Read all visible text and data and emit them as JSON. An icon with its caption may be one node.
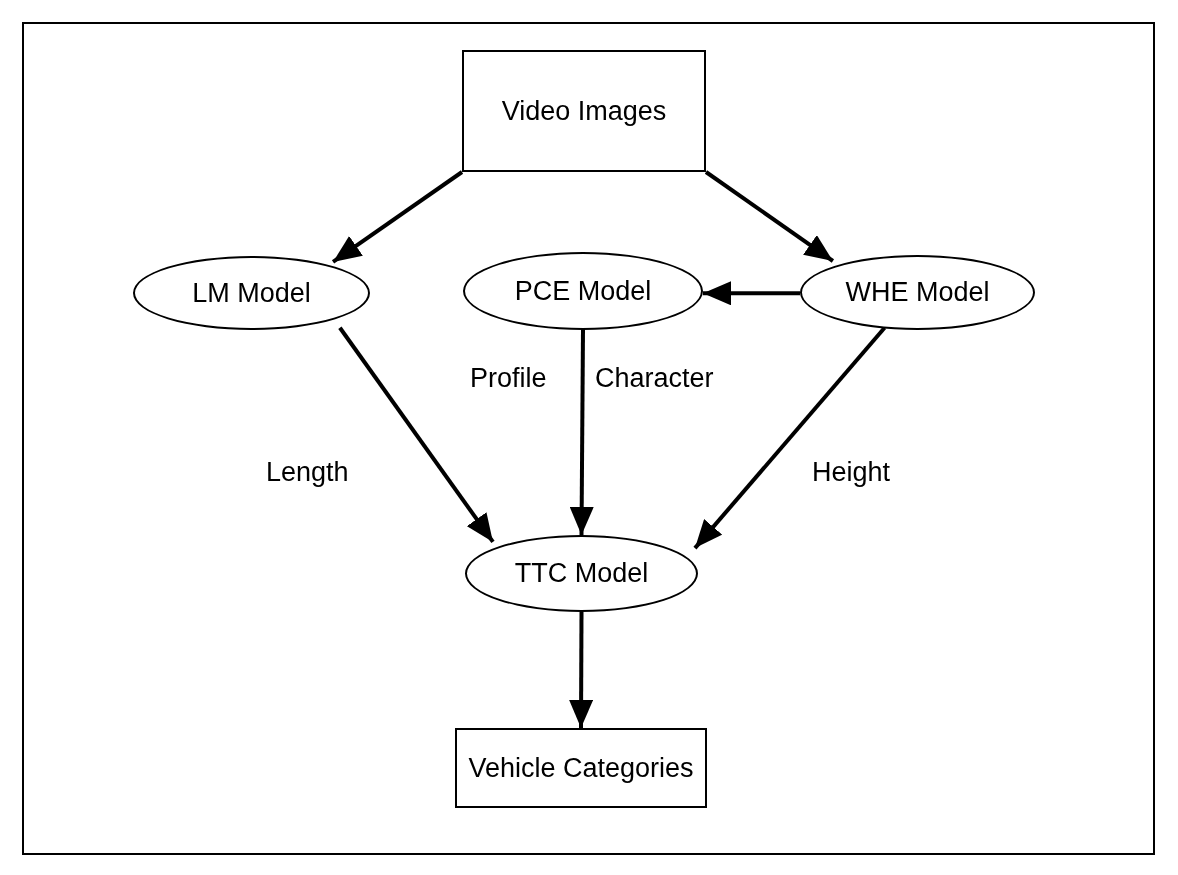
{
  "diagram": {
    "nodes": [
      {
        "text": [
          "Video Images"
        ]
      },
      {
        "text": [
          "LM Model"
        ]
      },
      {
        "text": [
          "PCE Model"
        ]
      },
      {
        "text": [
          "WHE Model"
        ]
      },
      {
        "text": [
          "TTC Model"
        ]
      },
      {
        "text": [
          "Vehicle Categories"
        ]
      }
    ],
    "edges": [
      {
        "from": 0,
        "to": 1,
        "arrow": "to"
      },
      {
        "from": 0,
        "to": 3,
        "arrow": "to"
      },
      {
        "from": 3,
        "to": 2,
        "arrow": "to"
      },
      {
        "from": 1,
        "to": 4,
        "arrow": "to",
        "label": "Length"
      },
      {
        "from": 2,
        "to": 4,
        "arrow": "to"
      },
      {
        "from": 3,
        "to": 4,
        "arrow": "to",
        "label": "Height"
      },
      {
        "from": 4,
        "to": 5,
        "arrow": "to"
      }
    ],
    "labels": [
      "Profile",
      "Character"
    ]
  }
}
